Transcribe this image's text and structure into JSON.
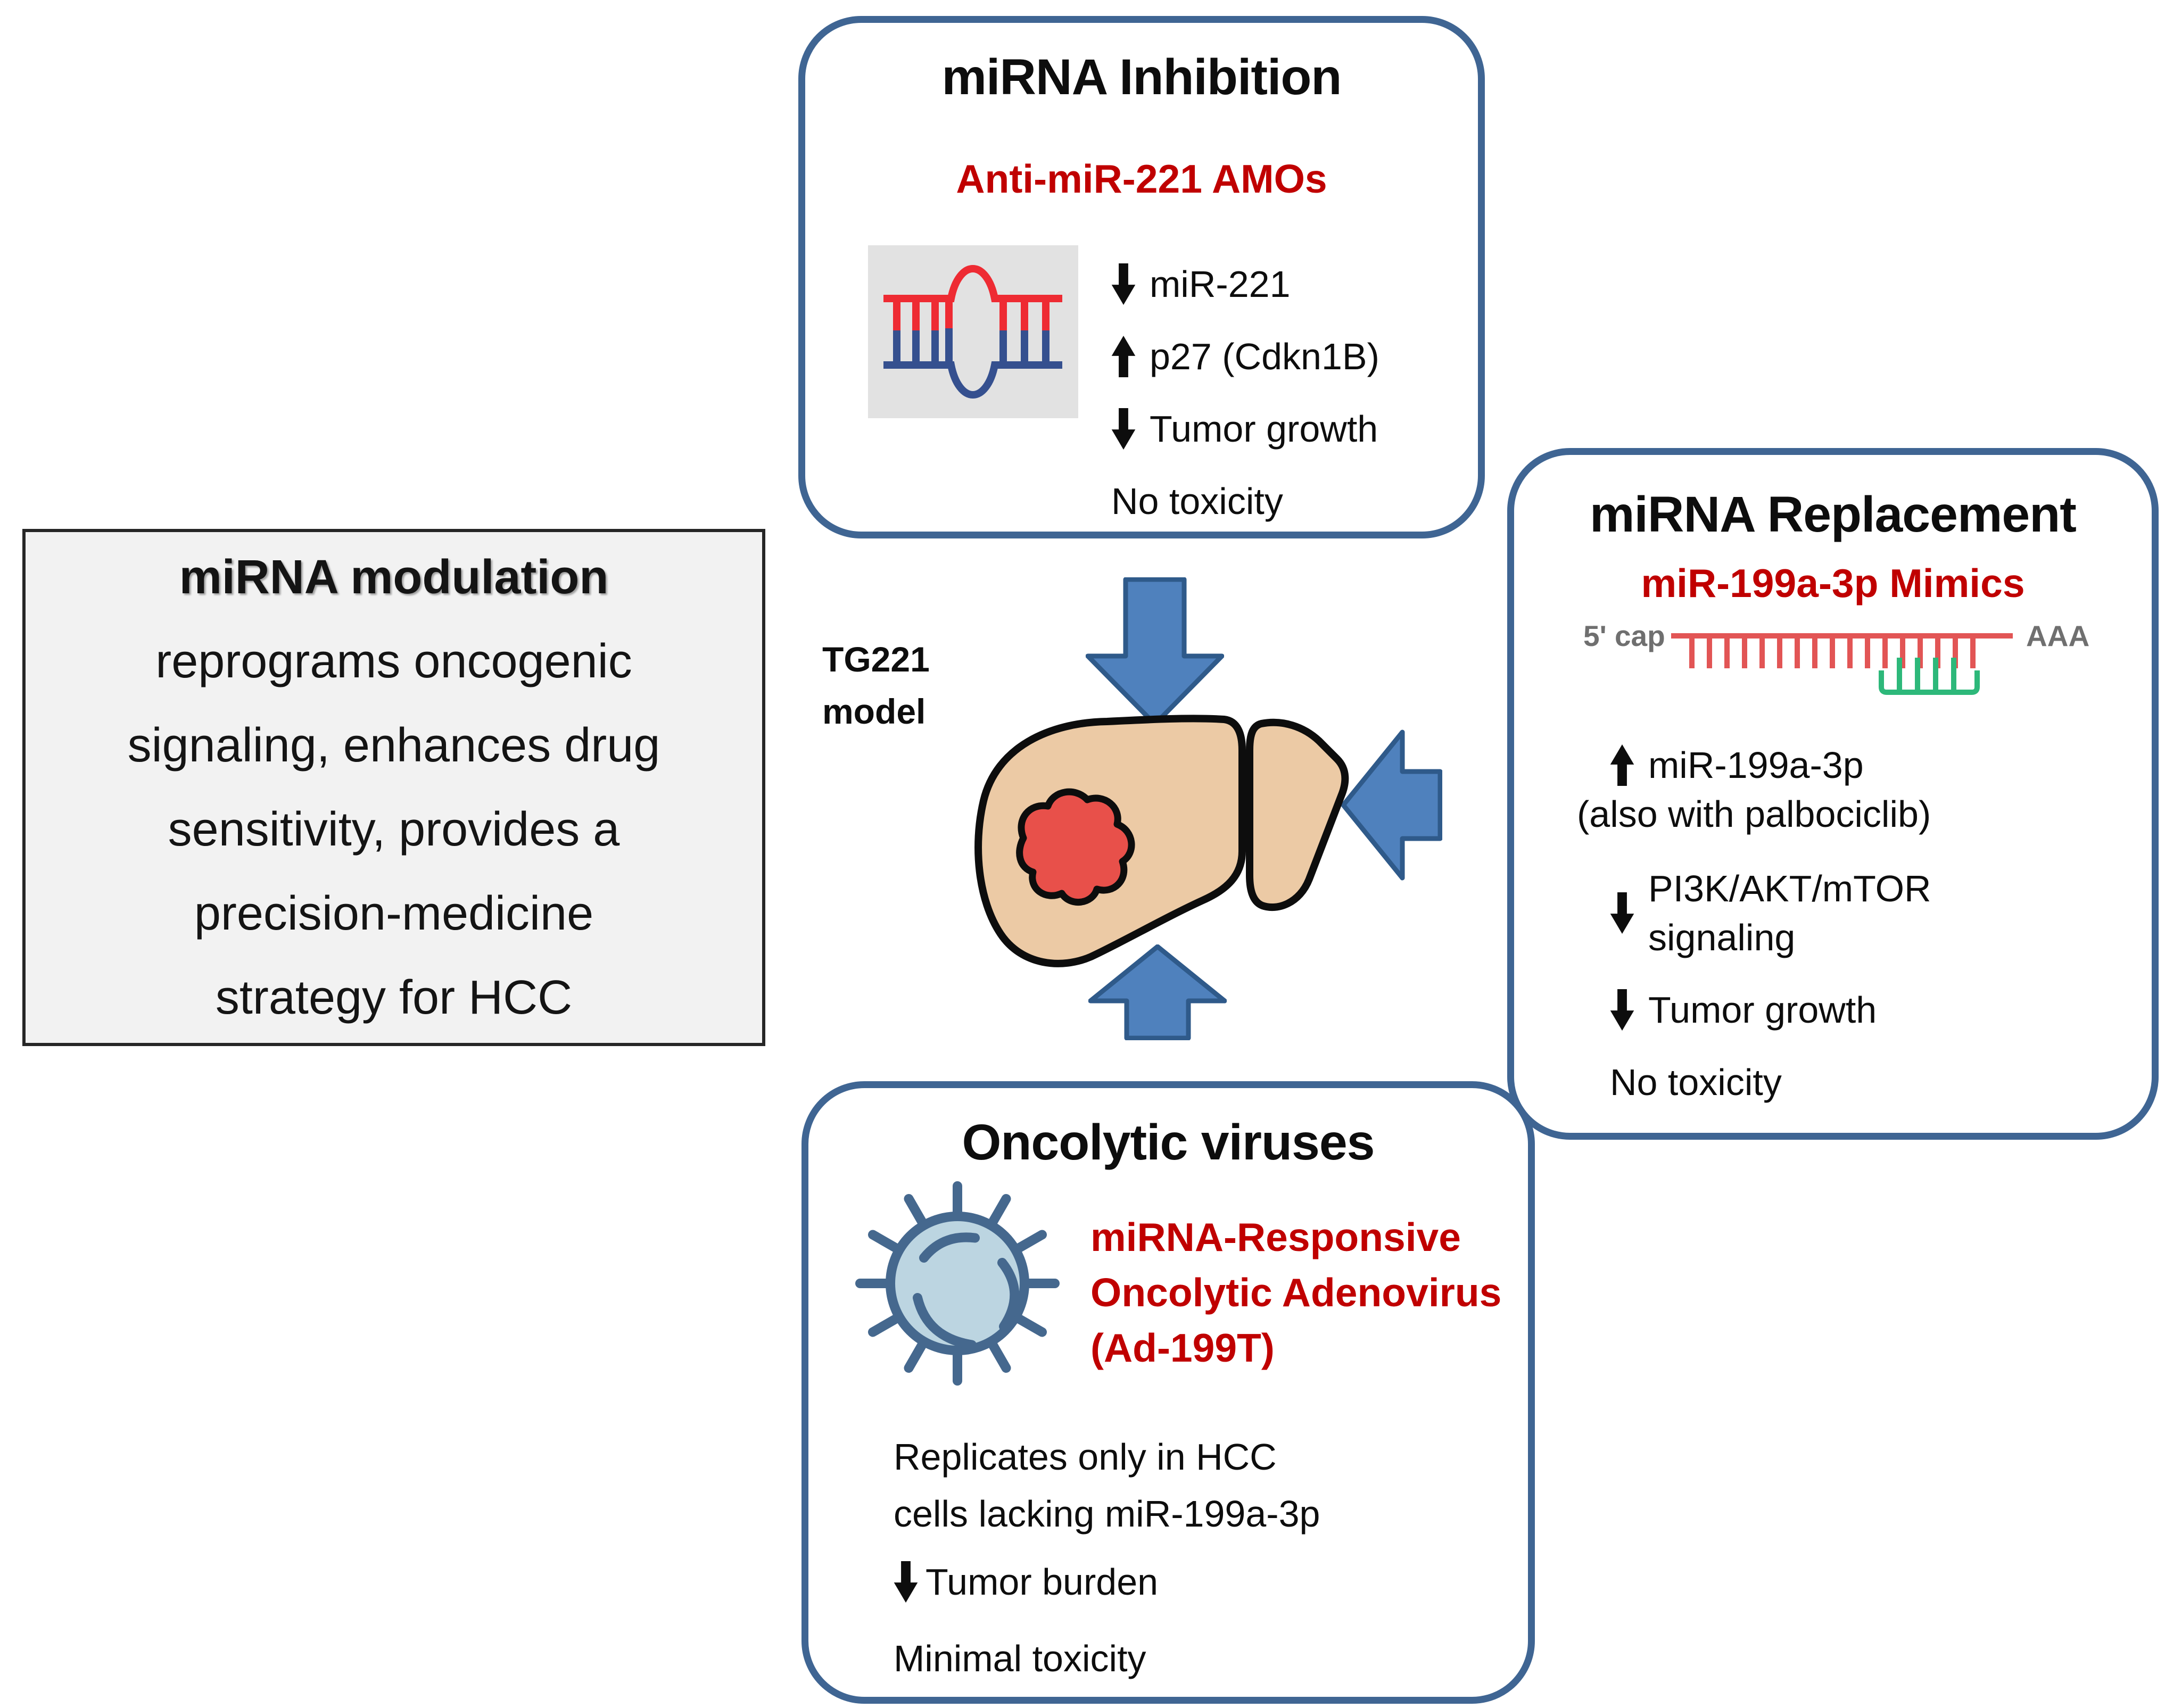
{
  "summary_box": {
    "title": "miRNA modulation",
    "lines": [
      "reprograms oncogenic",
      "signaling, enhances drug",
      "sensitivity, provides a",
      "precision-medicine",
      "strategy for HCC"
    ]
  },
  "inhibition_box": {
    "title": "miRNA Inhibition",
    "subtitle": "Anti-miR-221 AMOs",
    "icon": "rna-duplex",
    "items": [
      {
        "icon": "down-arrow",
        "label": "miR-221"
      },
      {
        "icon": "up-arrow",
        "label": "p27 (Cdkn1B)"
      },
      {
        "icon": "down-arrow",
        "label": "Tumor growth"
      },
      {
        "icon": "none",
        "label": "No toxicity"
      }
    ]
  },
  "replacement_box": {
    "title": "miRNA Replacement",
    "subtitle": "miR-199a-3p Mimics",
    "mrna": {
      "cap_label": "5' cap",
      "tail_label": "AAA",
      "icon": "mrna-with-mimic"
    },
    "items": [
      {
        "icon": "up-arrow",
        "label": "miR-199a-3p",
        "note": "(also with palbociclib)"
      },
      {
        "icon": "down-arrow",
        "lines": [
          "PI3K/AKT/mTOR",
          "signaling"
        ]
      },
      {
        "icon": "down-arrow",
        "label": "Tumor growth"
      },
      {
        "icon": "none",
        "label": "No toxicity"
      }
    ]
  },
  "oncolytic_box": {
    "title": "Oncolytic viruses",
    "icon": "adenovirus",
    "subtitle_lines": [
      "miRNA-Responsive",
      "Oncolytic Adenovirus",
      "(Ad-199T)"
    ],
    "body_lines": [
      "Replicates only in HCC",
      "cells lacking miR-199a-3p"
    ],
    "items": [
      {
        "icon": "down-arrow",
        "label": "Tumor burden"
      },
      {
        "icon": "none",
        "label": "Minimal toxicity"
      }
    ]
  },
  "center": {
    "model_label_lines": [
      "TG221",
      "model"
    ],
    "liver_icon": "liver-with-tumor",
    "flow_arrows": [
      "down-from-inhibition",
      "left-from-replacement",
      "up-from-oncolytic"
    ]
  },
  "colors": {
    "box_border": "#3f6593",
    "accent_red": "#c00000",
    "arrow_fill": "#4f81bd",
    "arrow_stroke": "#2f5a8a",
    "summary_bg": "#f2f2f2",
    "summary_border": "#262626",
    "virus_fill": "#bcd5e1",
    "virus_stroke": "#45688e",
    "liver_fill": "#eccaa5",
    "tumor_fill": "#e8504a",
    "rna_red": "#ee2b33",
    "rna_blue": "#35508f",
    "mimic_green": "#2db87a",
    "muted_gray": "#6f6f6f",
    "text": "#111111"
  }
}
